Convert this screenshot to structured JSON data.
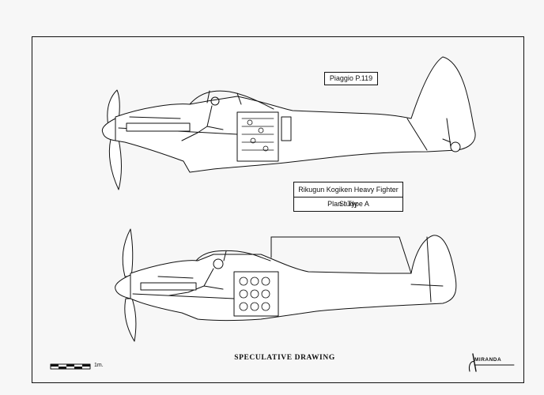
{
  "labels": {
    "aircraft_name": "Piaggio P.119",
    "study_title": "Rikugun Kogiken Heavy Fighter Study",
    "plan": "Plan I Type A",
    "speculative": "SPECULATIVE DRAWING",
    "scale": "1m.",
    "signature": "MIRANDA"
  }
}
